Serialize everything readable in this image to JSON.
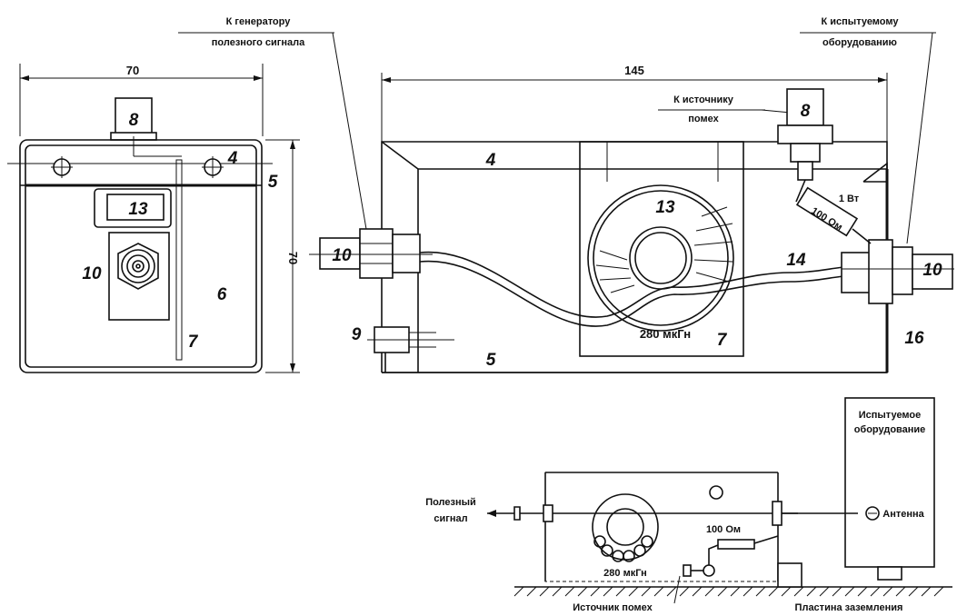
{
  "labels": {
    "gen_line1": "К генератору",
    "gen_line2": "полезного сигнала",
    "equip_line1": "К испытуемому",
    "equip_line2": "оборудованию",
    "noise_line1": "К источнику",
    "noise_line2": "помех",
    "watt": "1 Вт",
    "ohm_resistor": "100 Ом",
    "ind_top": "280 мкГн",
    "schem_tested_line1": "Испытуемое",
    "schem_tested_line2": "оборудование",
    "schem_useful_line1": "Полезный",
    "schem_useful_line2": "сигнал",
    "schem_antenna": "Антенна",
    "schem_ohm": "100 Ом",
    "schem_ind": "280 мкГн",
    "schem_noise_source": "Источник помех",
    "schem_ground_plate": "Пластина заземления"
  },
  "dims": {
    "width_left": "70",
    "height_left": "70",
    "width_right": "145"
  },
  "parts": {
    "p8": "8",
    "p4": "4",
    "p5": "5",
    "p13": "13",
    "p10": "10",
    "p6": "6",
    "p7": "7",
    "p9": "9",
    "p14": "14",
    "p16": "16"
  }
}
